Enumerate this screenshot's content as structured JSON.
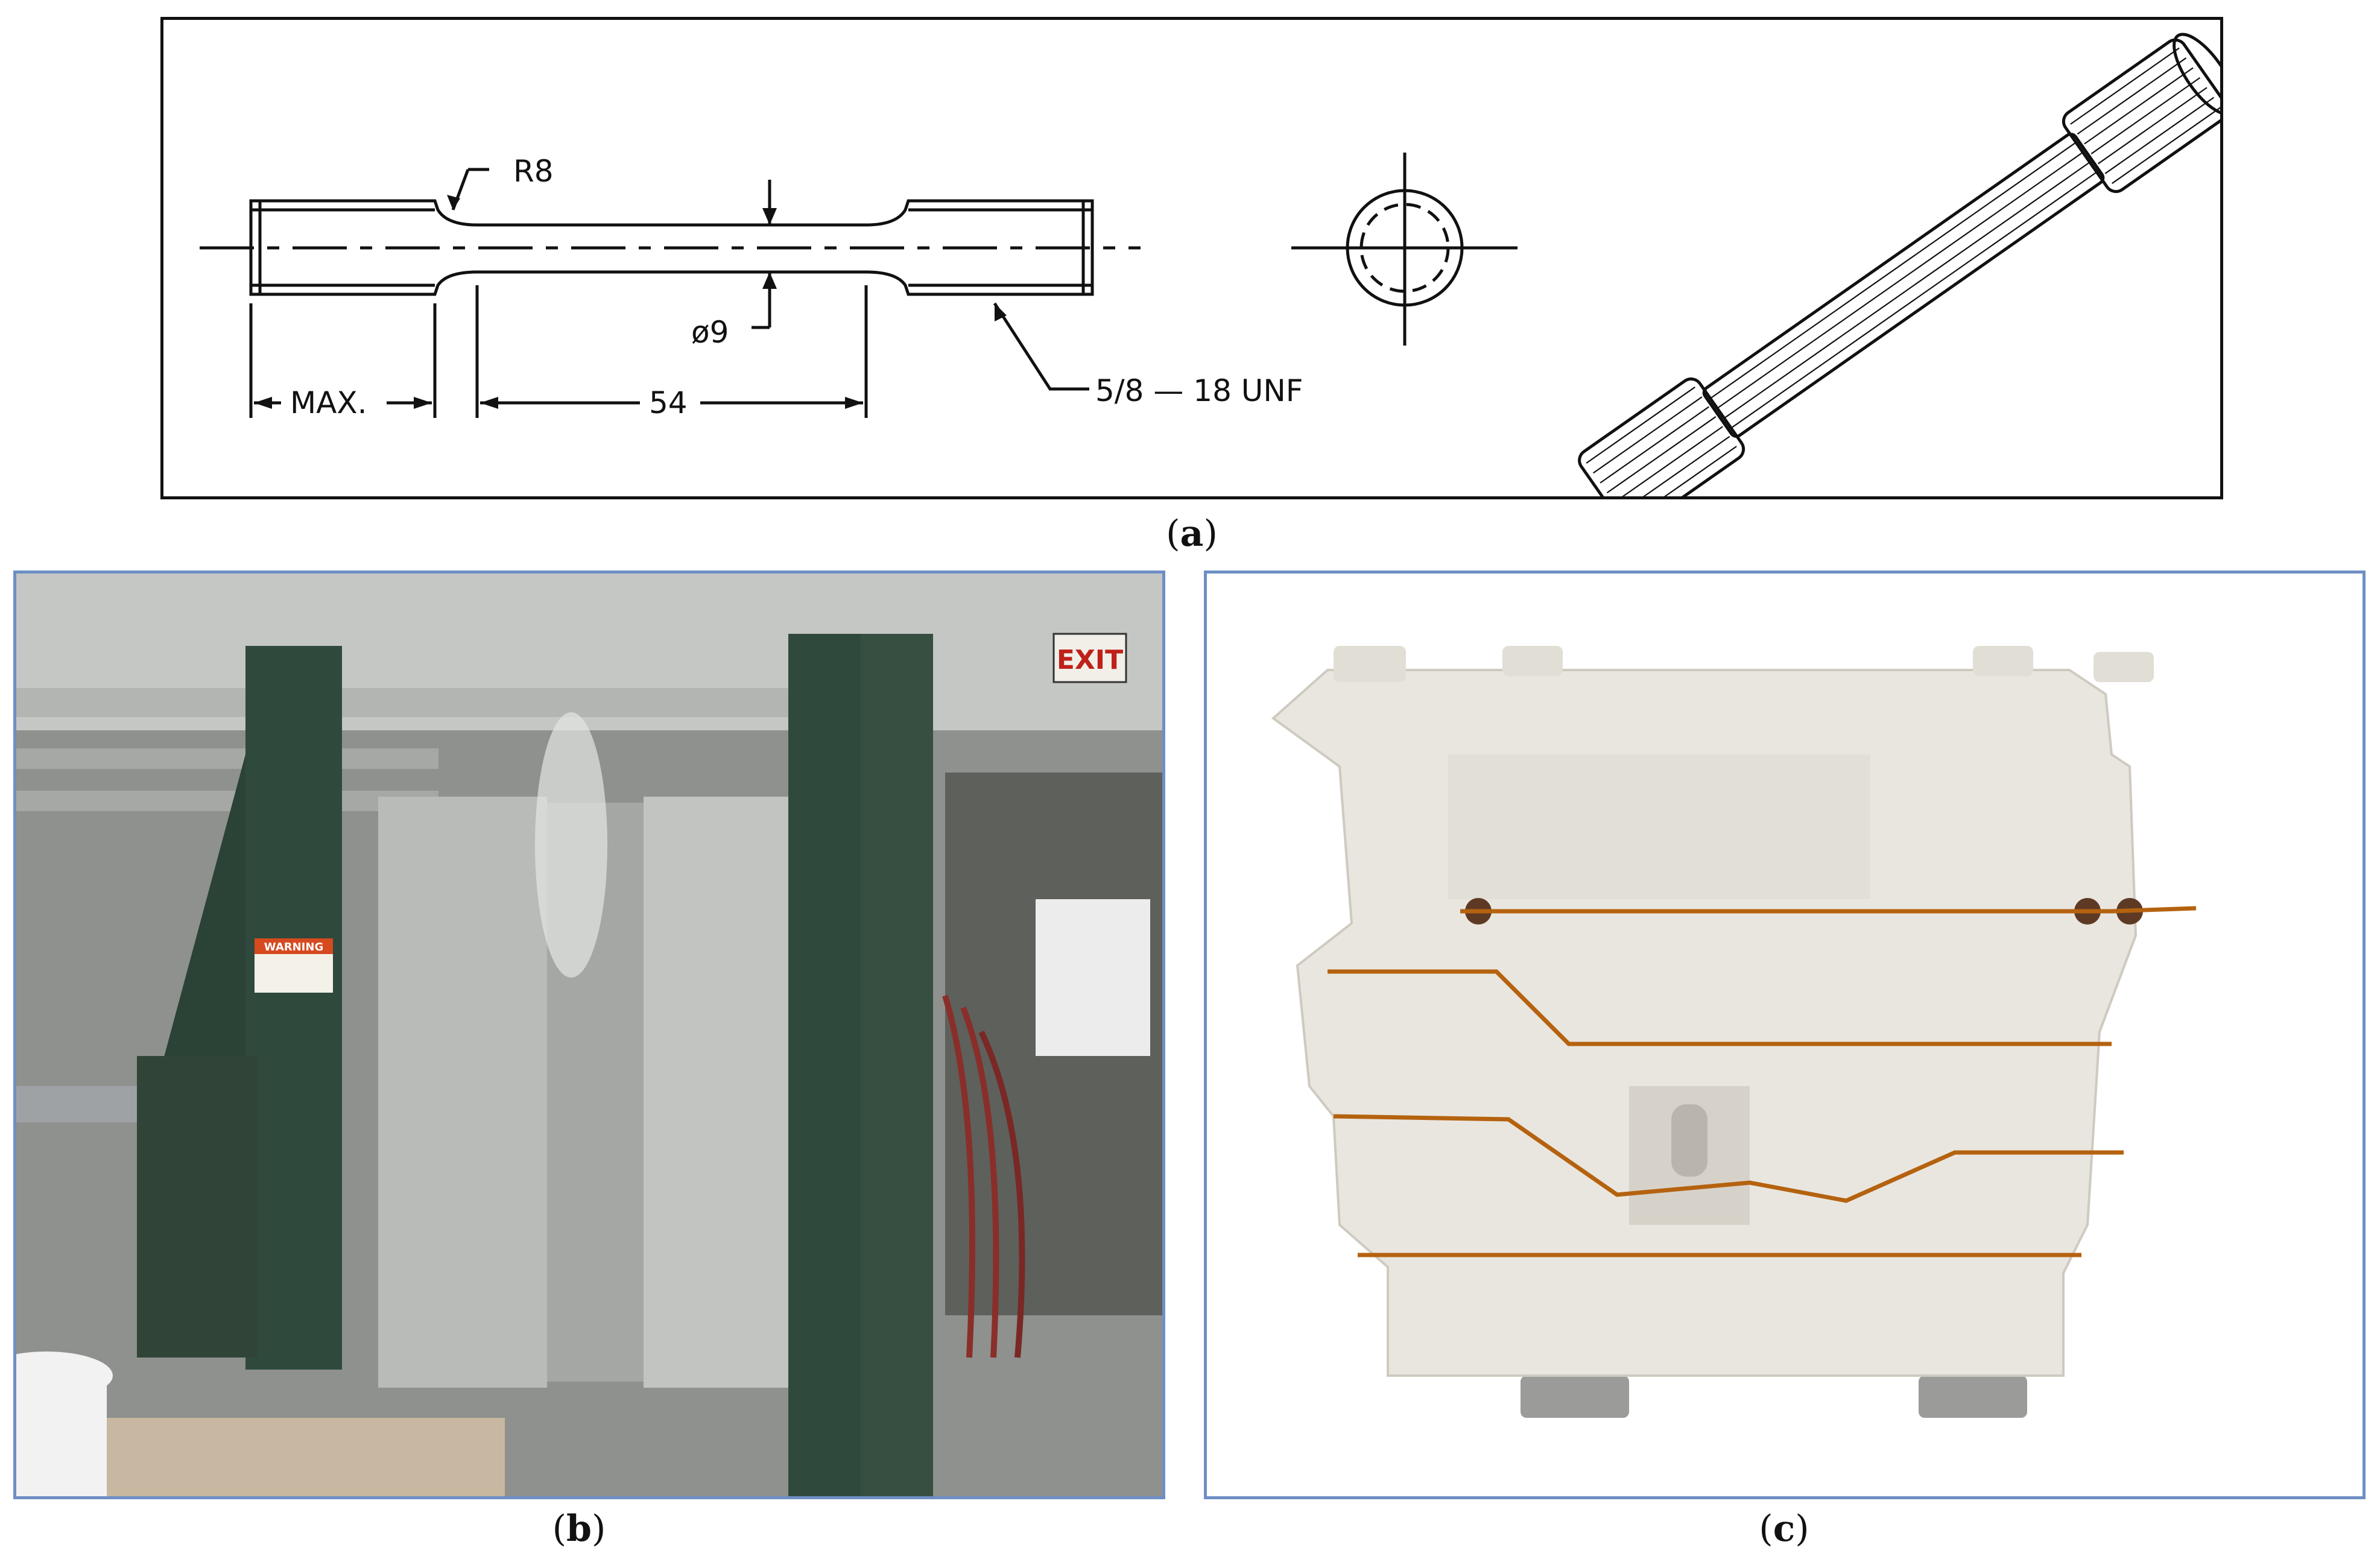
{
  "panels": {
    "a": {
      "caption_letter": "a",
      "labels": {
        "radius": "R8",
        "diameter": "ø9",
        "max": "MAX.",
        "gauge_length": "54",
        "thread": "5/8 — 18 UNF"
      }
    },
    "b": {
      "caption_letter": "b",
      "sign_exit": "EXIT",
      "sign_warning": "WARNING"
    },
    "c": {
      "caption_letter": "c"
    }
  },
  "colors": {
    "panel_border": "#6e8fc4",
    "foam": "#e9e6df",
    "glue_line": "#b5620f",
    "machine_green": "#2f4a3c"
  }
}
